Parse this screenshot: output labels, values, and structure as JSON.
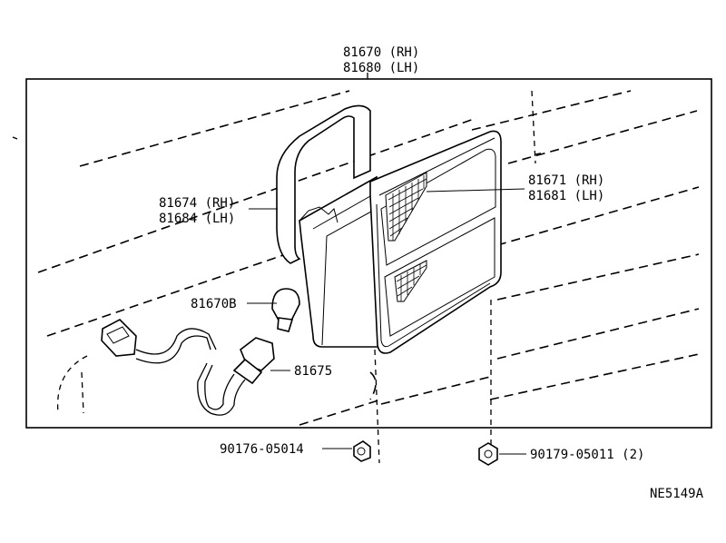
{
  "callouts": {
    "assembly_rh": "81670 (RH)",
    "assembly_lh": "81680 (LH)",
    "lens_rh": "81671 (RH)",
    "lens_lh": "81681 (LH)",
    "gasket_rh": "81674 (RH)",
    "gasket_lh": "81684 (LH)",
    "bulb": "81670B",
    "socket": "81675",
    "nut_left": "90176-05014",
    "nut_right": "90179-05011 (2)"
  },
  "reference_code": "NE5149A"
}
